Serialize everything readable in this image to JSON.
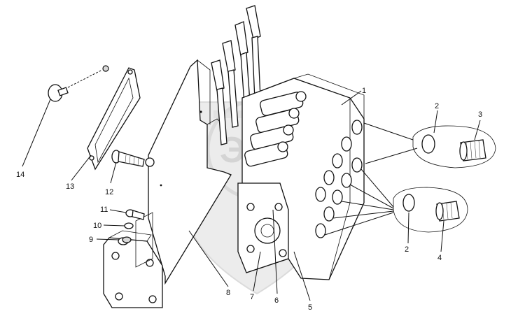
{
  "diagram": {
    "watermark_text": "ЭЗП",
    "callouts": [
      {
        "id": "1",
        "label": "1"
      },
      {
        "id": "2a",
        "label": "2"
      },
      {
        "id": "3",
        "label": "3"
      },
      {
        "id": "2b",
        "label": "2"
      },
      {
        "id": "4",
        "label": "4"
      },
      {
        "id": "5",
        "label": "5"
      },
      {
        "id": "6",
        "label": "6"
      },
      {
        "id": "7",
        "label": "7"
      },
      {
        "id": "8",
        "label": "8"
      },
      {
        "id": "9",
        "label": "9"
      },
      {
        "id": "10",
        "label": "10"
      },
      {
        "id": "11",
        "label": "11"
      },
      {
        "id": "12",
        "label": "12"
      },
      {
        "id": "13",
        "label": "13"
      },
      {
        "id": "14",
        "label": "14"
      }
    ],
    "colors": {
      "line": "#111111",
      "background": "#ffffff",
      "watermark": "#d4d4d4"
    }
  }
}
